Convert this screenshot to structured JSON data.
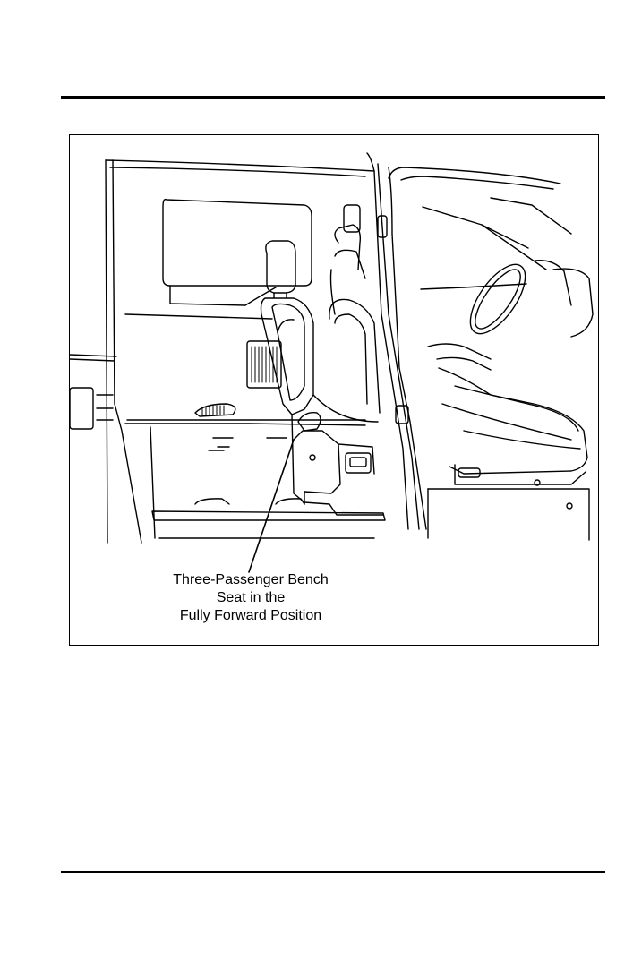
{
  "figure": {
    "callout": {
      "line1": "Three-Passenger Bench",
      "line2": "Seat in the",
      "line3": "Fully Forward Position"
    }
  }
}
